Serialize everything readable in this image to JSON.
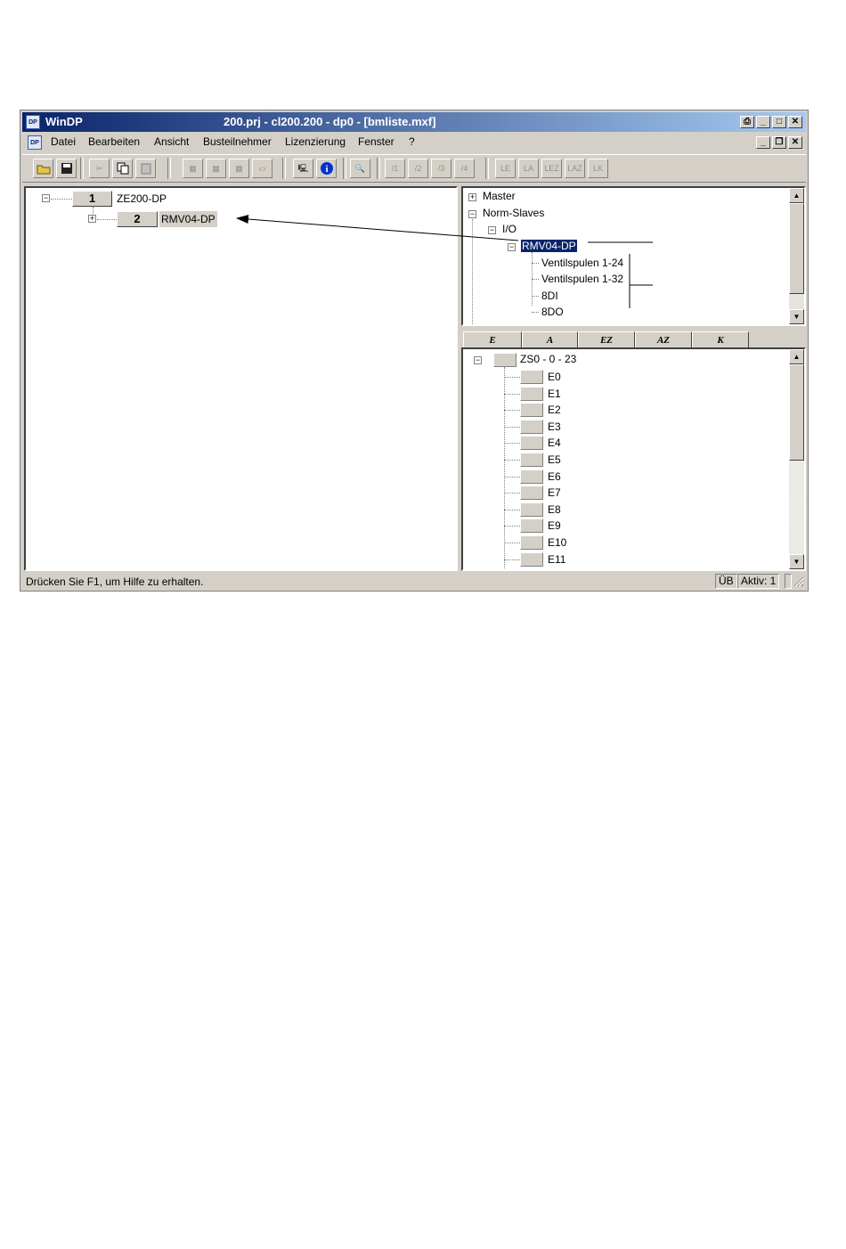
{
  "window": {
    "app_name": "WinDP",
    "document_title": "200.prj - cl200.200 - dp0 - [bmliste.mxf]",
    "icon": "windp-app-icon"
  },
  "menu": {
    "items": [
      "Datei",
      "Bearbeiten",
      "Ansicht",
      "Busteilnehmer",
      "Lizenzierung",
      "Fenster",
      "?"
    ]
  },
  "toolbar": {
    "disabled_labels": [
      "/1",
      "/2",
      "/3",
      "/4",
      "LE",
      "LA",
      "LEZ",
      "LAZ",
      "LK"
    ]
  },
  "left_tree": {
    "nodes": [
      {
        "number": "1",
        "label": "ZE200-DP"
      },
      {
        "number": "2",
        "label": "RMV04-DP"
      }
    ]
  },
  "catalog_tree": {
    "master": "Master",
    "norm_slaves": "Norm-Slaves",
    "io": "I/O",
    "selected": "RMV04-DP",
    "children": [
      "Ventilspulen 1-24",
      "Ventilspulen 1-32",
      "8DI",
      "8DO"
    ]
  },
  "io_tabs": [
    "E",
    "A",
    "EZ",
    "AZ",
    "K"
  ],
  "io_list": {
    "root": "ZS0 - 0 - 23",
    "items": [
      "E0",
      "E1",
      "E2",
      "E3",
      "E4",
      "E5",
      "E6",
      "E7",
      "E8",
      "E9",
      "E10",
      "E11"
    ]
  },
  "status_bar": {
    "help_text": "Drücken Sie F1, um Hilfe zu erhalten.",
    "mode": "ÜB",
    "active": "Aktiv: 1"
  }
}
